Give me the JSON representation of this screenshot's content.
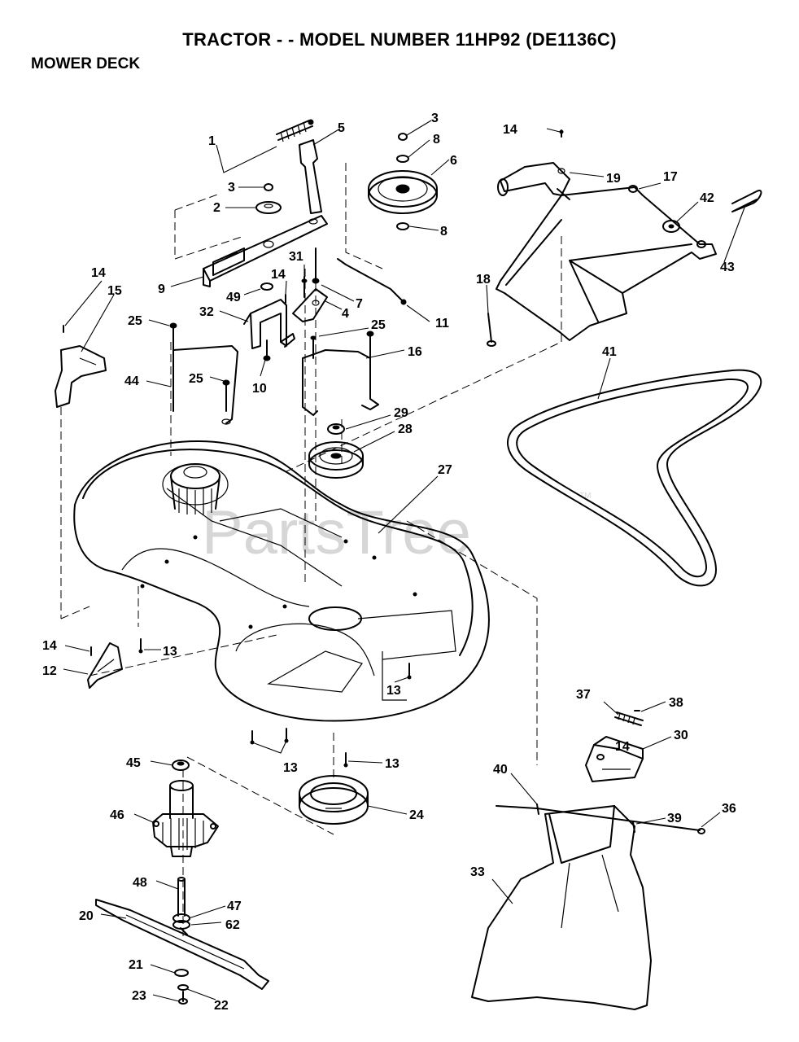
{
  "header": {
    "title": "TRACTOR - - MODEL NUMBER   11HP92 (DE1136C)",
    "subtitle": "MOWER DECK"
  },
  "watermark": {
    "text": "PartsTree",
    "trademark": "TM"
  },
  "callouts": [
    {
      "id": "c1",
      "text": "1"
    },
    {
      "id": "c2",
      "text": "2"
    },
    {
      "id": "c3a",
      "text": "3"
    },
    {
      "id": "c3b",
      "text": "3"
    },
    {
      "id": "c4",
      "text": "4"
    },
    {
      "id": "c5",
      "text": "5"
    },
    {
      "id": "c6",
      "text": "6"
    },
    {
      "id": "c7",
      "text": "7"
    },
    {
      "id": "c8a",
      "text": "8"
    },
    {
      "id": "c8b",
      "text": "8"
    },
    {
      "id": "c9",
      "text": "9"
    },
    {
      "id": "c10",
      "text": "10"
    },
    {
      "id": "c11",
      "text": "11"
    },
    {
      "id": "c12",
      "text": "12"
    },
    {
      "id": "c13a",
      "text": "13"
    },
    {
      "id": "c13b",
      "text": "13"
    },
    {
      "id": "c13c",
      "text": "13"
    },
    {
      "id": "c13d",
      "text": "13"
    },
    {
      "id": "c14a",
      "text": "14"
    },
    {
      "id": "c14b",
      "text": "14"
    },
    {
      "id": "c14c",
      "text": "14"
    },
    {
      "id": "c14d",
      "text": "14"
    },
    {
      "id": "c14e",
      "text": "14"
    },
    {
      "id": "c15",
      "text": "15"
    },
    {
      "id": "c16",
      "text": "16"
    },
    {
      "id": "c17",
      "text": "17"
    },
    {
      "id": "c18",
      "text": "18"
    },
    {
      "id": "c19",
      "text": "19"
    },
    {
      "id": "c20",
      "text": "20"
    },
    {
      "id": "c21",
      "text": "21"
    },
    {
      "id": "c22",
      "text": "22"
    },
    {
      "id": "c23",
      "text": "23"
    },
    {
      "id": "c24",
      "text": "24"
    },
    {
      "id": "c25a",
      "text": "25"
    },
    {
      "id": "c25b",
      "text": "25"
    },
    {
      "id": "c25c",
      "text": "25"
    },
    {
      "id": "c27",
      "text": "27"
    },
    {
      "id": "c28",
      "text": "28"
    },
    {
      "id": "c29",
      "text": "29"
    },
    {
      "id": "c30",
      "text": "30"
    },
    {
      "id": "c31",
      "text": "31"
    },
    {
      "id": "c32",
      "text": "32"
    },
    {
      "id": "c33",
      "text": "33"
    },
    {
      "id": "c36",
      "text": "36"
    },
    {
      "id": "c37",
      "text": "37"
    },
    {
      "id": "c38",
      "text": "38"
    },
    {
      "id": "c39",
      "text": "39"
    },
    {
      "id": "c40",
      "text": "40"
    },
    {
      "id": "c41",
      "text": "41"
    },
    {
      "id": "c42",
      "text": "42"
    },
    {
      "id": "c43",
      "text": "43"
    },
    {
      "id": "c44",
      "text": "44"
    },
    {
      "id": "c45",
      "text": "45"
    },
    {
      "id": "c46",
      "text": "46"
    },
    {
      "id": "c47",
      "text": "47"
    },
    {
      "id": "c48",
      "text": "48"
    },
    {
      "id": "c49",
      "text": "49"
    },
    {
      "id": "c62",
      "text": "62"
    }
  ]
}
